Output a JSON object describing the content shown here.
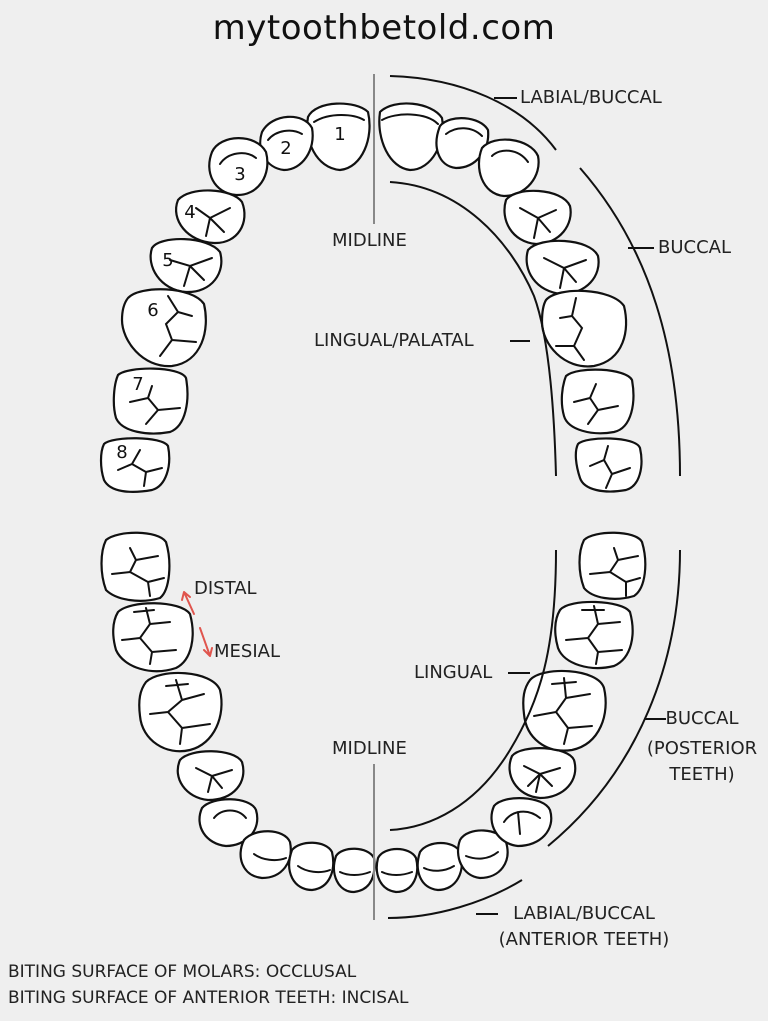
{
  "site_title": "mytoothbetold.com",
  "upper_arch": {
    "tooth_numbers": [
      "1",
      "2",
      "3",
      "4",
      "5",
      "6",
      "7",
      "8"
    ],
    "labels": {
      "labial_buccal": "LABIAL/BUCCAL",
      "buccal": "BUCCAL",
      "midline": "MIDLINE",
      "lingual_palatal": "LINGUAL/PALATAL"
    }
  },
  "lower_arch": {
    "labels": {
      "distal": "DISTAL",
      "mesial": "MESIAL",
      "lingual": "LINGUAL",
      "midline": "MIDLINE",
      "buccal_line1": "BUCCAL",
      "buccal_line2": "(POSTERIOR",
      "buccal_line3": "TEETH)",
      "labial_line1": "LABIAL/BUCCAL",
      "labial_line2": "(ANTERIOR TEETH)"
    }
  },
  "footer": {
    "line1": "BITING SURFACE OF MOLARS: OCCLUSAL",
    "line2": "BITING SURFACE OF ANTERIOR TEETH: INCISAL"
  },
  "colors": {
    "background": "#efefef",
    "outline": "#111111",
    "arrow": "#e0554e"
  }
}
